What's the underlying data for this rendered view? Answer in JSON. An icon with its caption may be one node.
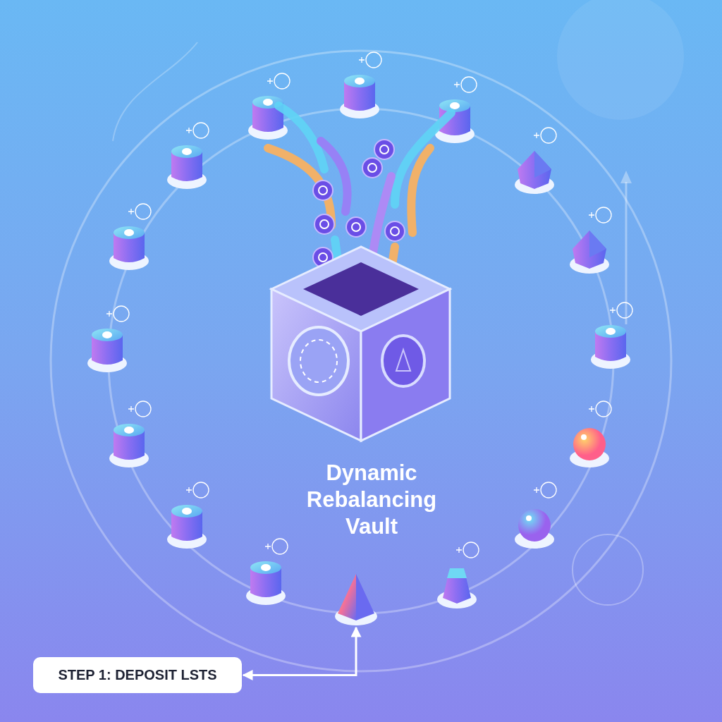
{
  "diagram": {
    "title": "Dynamic Rebalancing Vault",
    "nodes": [
      {
        "text": [
          "STEP 1: DEPOSIT LSTS"
        ]
      },
      {
        "text": [],
        "shape": "picture"
      }
    ],
    "edges": [
      {
        "from": 0,
        "to": 1,
        "arrow": "both"
      }
    ]
  }
}
